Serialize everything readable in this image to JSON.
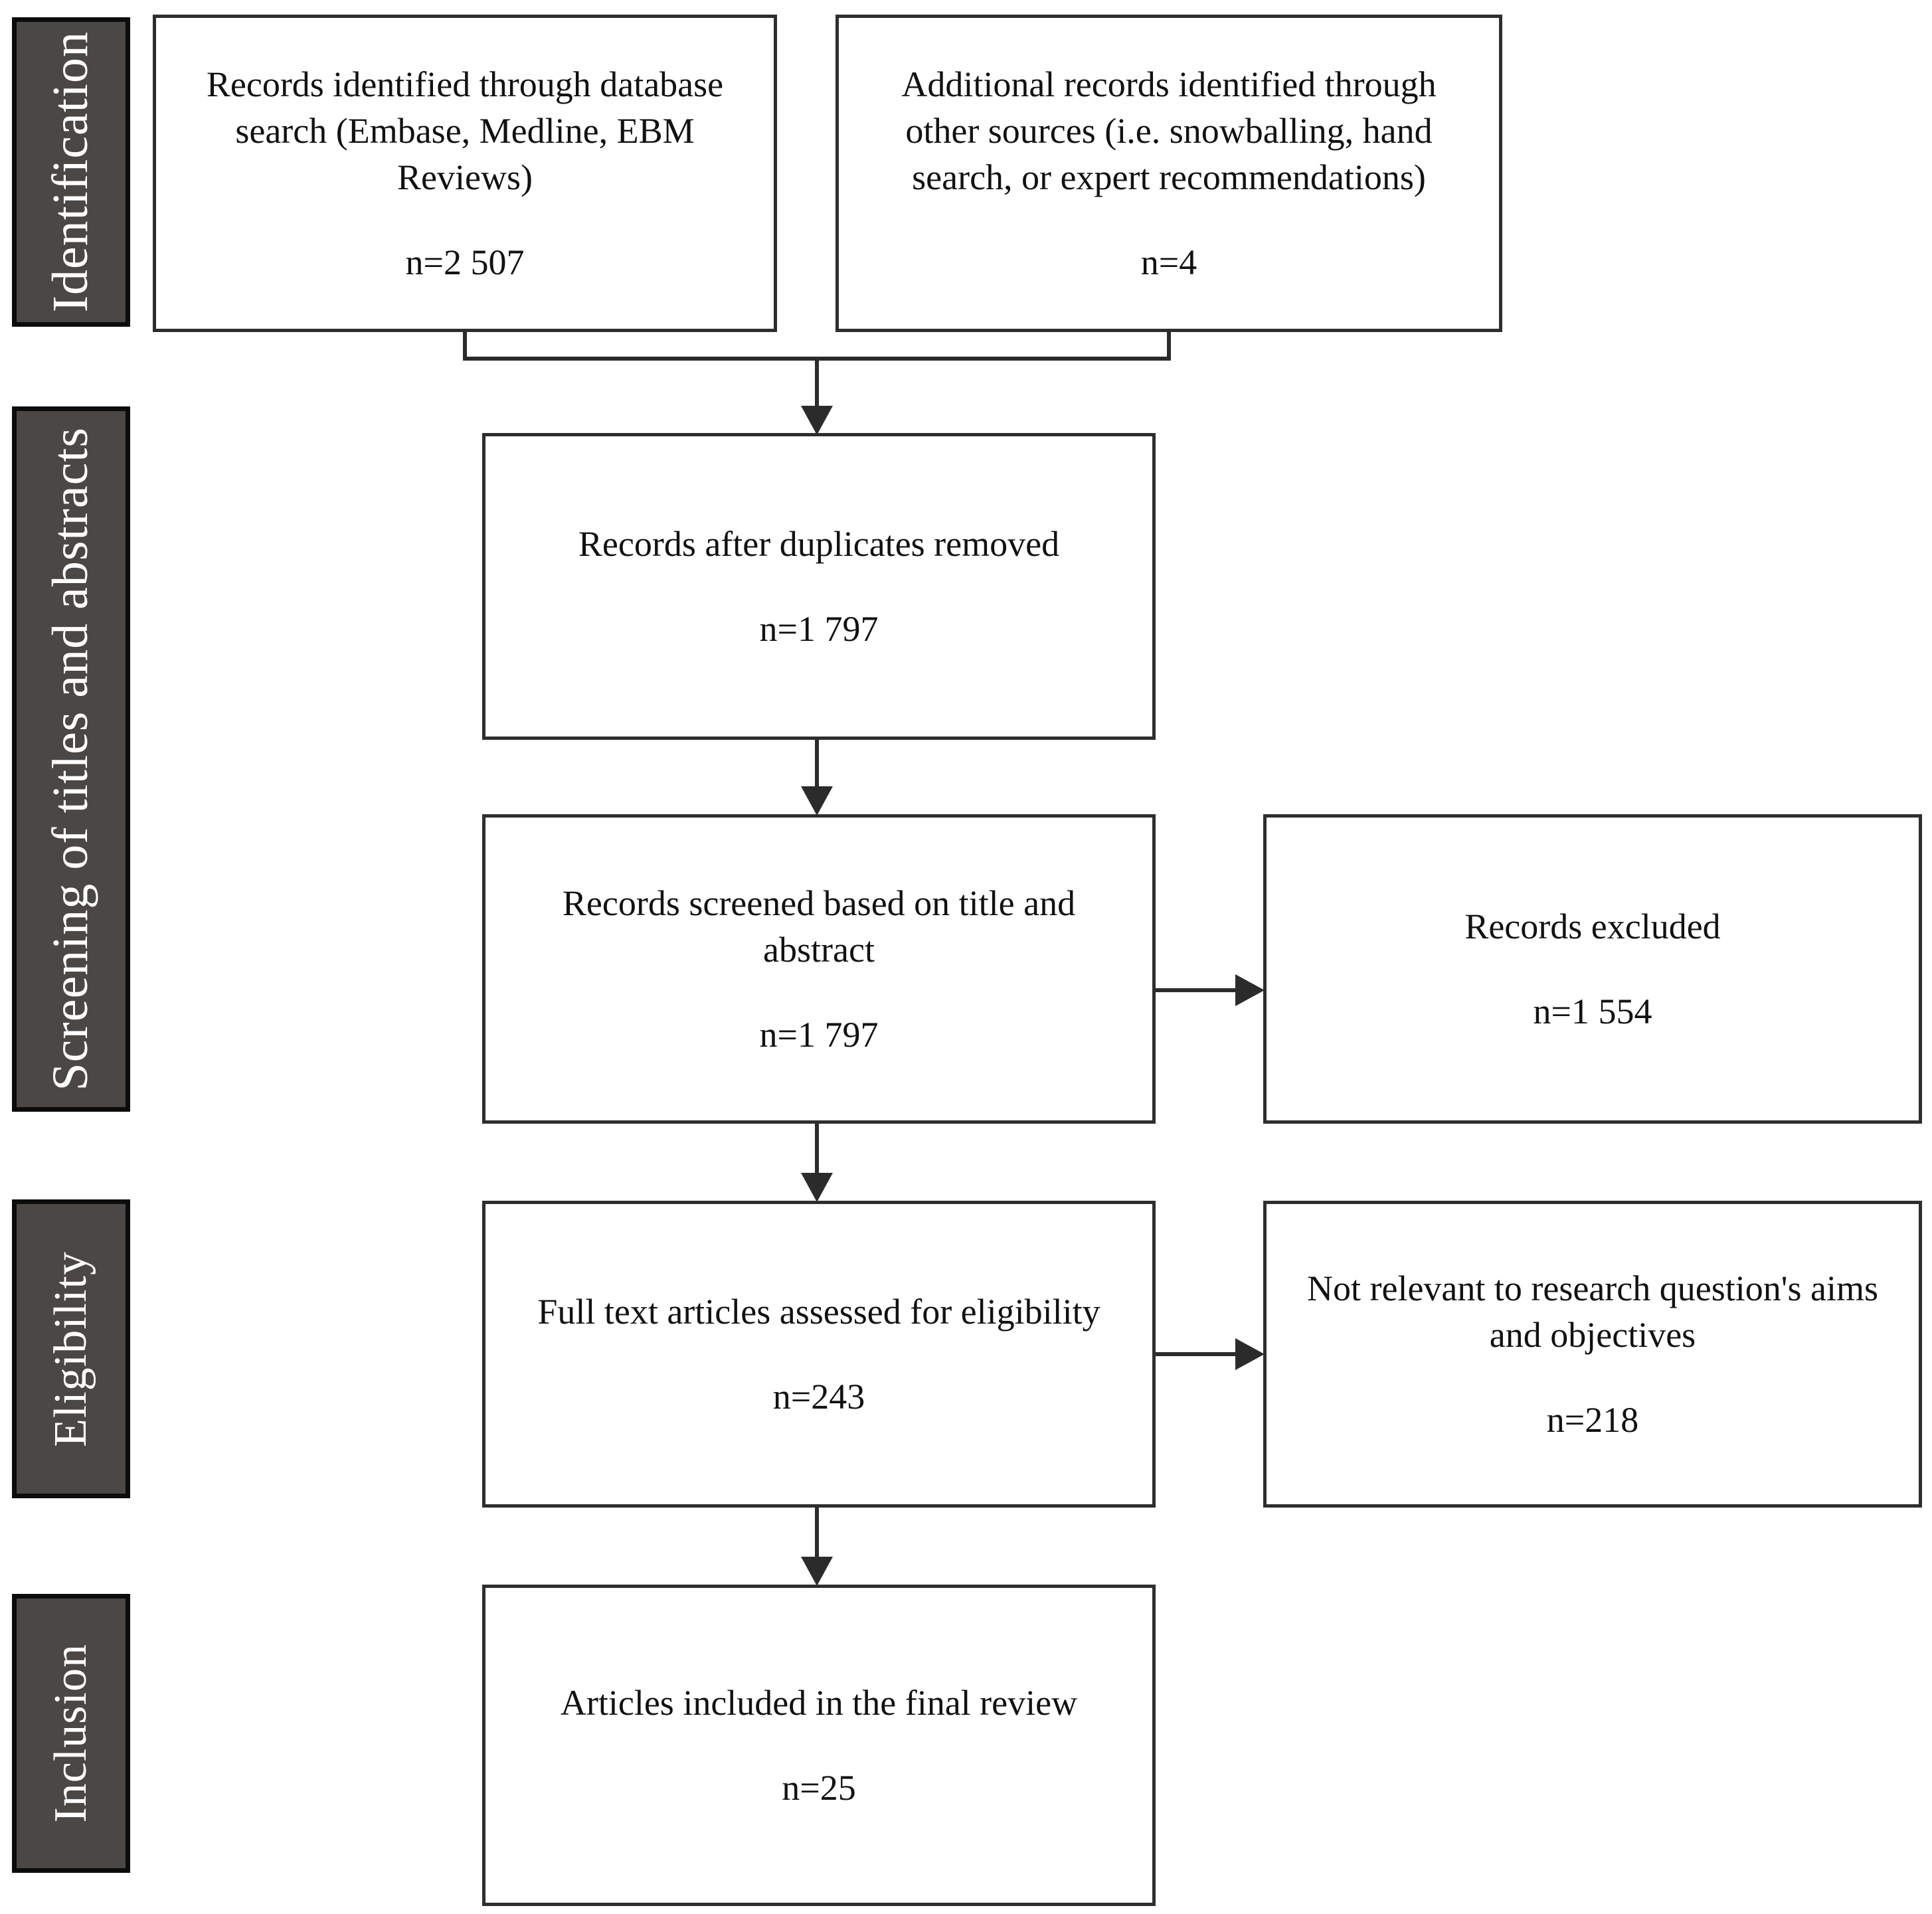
{
  "diagram": {
    "type": "prisma-flow-diagram",
    "stages": [
      {
        "id": "identification",
        "label": "Identification"
      },
      {
        "id": "screening",
        "label": "Screening of titles and abstracts"
      },
      {
        "id": "eligibility",
        "label": "Eligibility"
      },
      {
        "id": "inclusion",
        "label": "Inclusion"
      }
    ],
    "boxes": [
      {
        "id": "db-search",
        "title": "Records identified through database search (Embase, Medline, EBM Reviews)",
        "count": "n=2 507"
      },
      {
        "id": "other-sources",
        "title": "Additional records identified through other sources (i.e. snowballing, hand search, or expert recommendations)",
        "count": "n=4"
      },
      {
        "id": "duplicates-removed",
        "title": "Records after duplicates removed",
        "count": "n=1 797"
      },
      {
        "id": "screened",
        "title": "Records screened based on title and abstract",
        "count": "n=1 797"
      },
      {
        "id": "records-excluded",
        "title": "Records excluded",
        "count": "n=1 554"
      },
      {
        "id": "full-text-assessed",
        "title": "Full text articles assessed for eligibility",
        "count": "n=243"
      },
      {
        "id": "not-relevant",
        "title": "Not relevant to research question's aims and objectives",
        "count": "n=218"
      },
      {
        "id": "included-final",
        "title": "Articles included in the final review",
        "count": "n=25"
      }
    ],
    "colors": {
      "stage_fill": "#4a4745",
      "stage_border": "#0c0c0c",
      "stage_text": "#ffffff",
      "box_border": "#2e2e2e",
      "box_fill": "#ffffff",
      "connector": "#2b2b2b",
      "text": "#111111"
    }
  }
}
